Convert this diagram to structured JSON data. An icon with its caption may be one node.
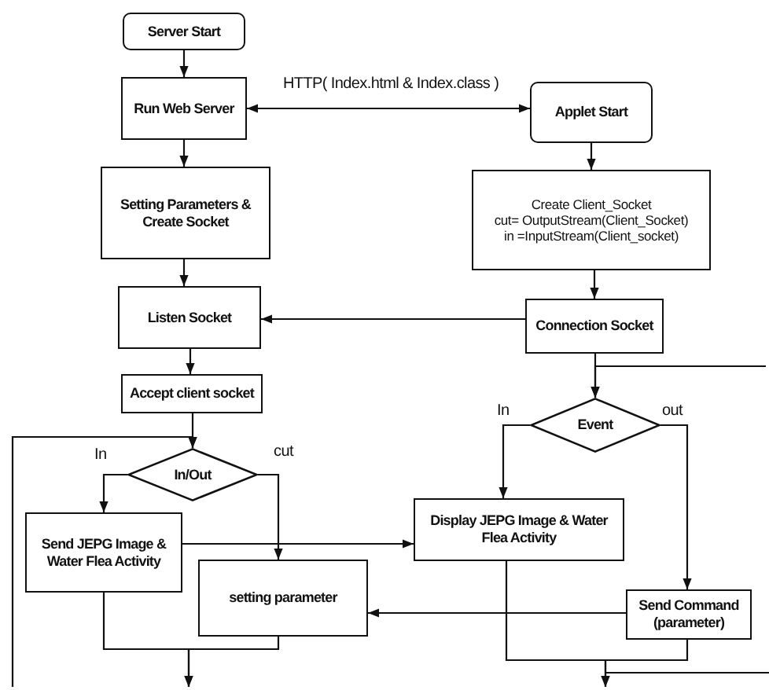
{
  "diagram": {
    "nodes": [
      {
        "text": [
          "Server Start"
        ]
      },
      {
        "text": [
          "Run Web Server"
        ]
      },
      {
        "text": [
          "Setting Parameters & Create Socket"
        ]
      },
      {
        "text": [
          "Listen Socket"
        ]
      },
      {
        "text": [
          "Applet Start"
        ]
      },
      {
        "text": [
          "Create Client_Socket",
          "cut= OutputStream(Client_Socket)",
          "in =InputStream(Client_socket)"
        ]
      },
      {
        "text": [
          "Connection Socket"
        ]
      },
      {
        "text": [
          "Accept client socket"
        ]
      },
      {
        "text": [
          "In/Out"
        ]
      },
      {
        "text": [
          "Send JEPG Image & Water Flea Activity"
        ]
      },
      {
        "text": [
          "setting parameter"
        ]
      },
      {
        "text": [
          "Event"
        ]
      },
      {
        "text": [
          "Display JEPG Image & Water Flea Activity"
        ]
      },
      {
        "text": [
          "Send Command (parameter)"
        ]
      }
    ],
    "edges": [
      {
        "from": 0,
        "to": 1,
        "arrow": "to"
      },
      {
        "from": 1,
        "to": 4,
        "arrow": "both",
        "label": "HTTP( Index.html & Index.class )"
      },
      {
        "from": 1,
        "to": 2,
        "arrow": "to"
      },
      {
        "from": 2,
        "to": 3,
        "arrow": "to"
      },
      {
        "from": 4,
        "to": 5,
        "arrow": "to"
      },
      {
        "from": 5,
        "to": 6,
        "arrow": "to"
      },
      {
        "from": 6,
        "to": 3,
        "arrow": "to"
      },
      {
        "from": 3,
        "to": 7,
        "arrow": "to"
      },
      {
        "from": 7,
        "to": 8,
        "arrow": "to"
      },
      {
        "from": 8,
        "to": 9,
        "arrow": "to",
        "label": "In"
      },
      {
        "from": 8,
        "to": 10,
        "arrow": "to",
        "label": "cut"
      },
      {
        "from": 6,
        "to": 11,
        "arrow": "to"
      },
      {
        "from": 11,
        "to": 12,
        "arrow": "to",
        "label": "In"
      },
      {
        "from": 11,
        "to": 13,
        "arrow": "to",
        "label": "out"
      },
      {
        "from": 9,
        "to": 12,
        "arrow": "to"
      },
      {
        "from": 13,
        "to": 10,
        "arrow": "to"
      },
      {
        "from": 9,
        "to": null,
        "arrow": "to"
      },
      {
        "from": 10,
        "to": null,
        "arrow": "to"
      },
      {
        "from": 12,
        "to": null,
        "arrow": "to"
      },
      {
        "from": 13,
        "to": null,
        "arrow": "to"
      },
      {
        "from": null,
        "to": 8,
        "arrow": "to"
      },
      {
        "from": null,
        "to": 11,
        "arrow": "to"
      }
    ]
  }
}
